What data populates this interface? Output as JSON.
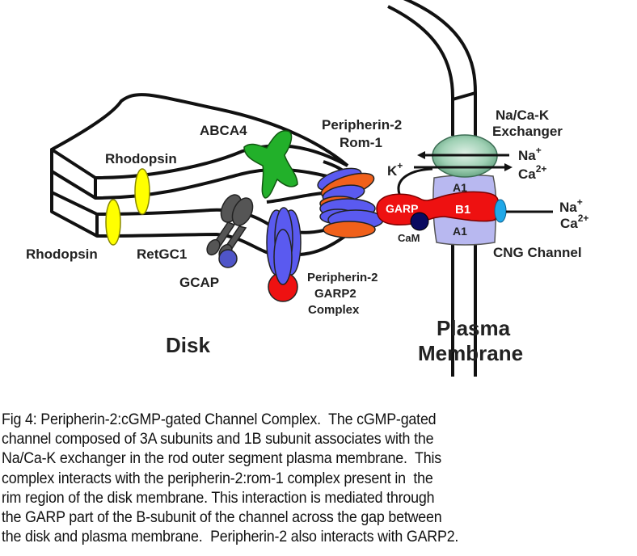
{
  "figure": {
    "labels": {
      "rhodopsin_upper": "Rhodopsin",
      "rhodopsin_lower": "Rhodopsin",
      "abca4": "ABCA4",
      "retgc1": "RetGC1",
      "gcap": "GCAP",
      "periph_rom_line1": "Peripherin-2",
      "periph_rom_line2": "Rom-1",
      "periph_garp2_line1": "Peripherin-2",
      "periph_garp2_line2": "GARP2",
      "periph_garp2_line3": "Complex",
      "exchanger_line1": "Na/Ca-K",
      "exchanger_line2": "Exchanger",
      "na_exch": "Na",
      "na_exch_sup": "+",
      "ca_exch": "Ca",
      "ca_exch_sup": "2+",
      "k_ion": "K",
      "k_ion_sup": "+",
      "a1_top": "A1",
      "a1_bottom": "A1",
      "garp": "GARP",
      "b1": "B1",
      "cam": "CaM",
      "na_cng": "Na",
      "na_cng_sup": "+",
      "ca_cng": "Ca",
      "ca_cng_sup": "2+",
      "cng_channel": "CNG Channel",
      "disk": "Disk",
      "plasma_line1": "Plasma",
      "plasma_line2": "Membrane"
    },
    "colors": {
      "rhodopsin": "#ffff00",
      "abca4": "#22b02a",
      "retgc1": "#555555",
      "gcap": "#4f55c8",
      "peripherin": "#5a5af0",
      "rom1": "#f0601a",
      "garp2": "#ee1111",
      "exchanger": "#8fc8a8",
      "cng_a1": "#b8b8f0",
      "garp_b1": "#ee1111",
      "cam": "#0a0a60",
      "pore": "#20a8e8"
    }
  },
  "caption": {
    "lines": [
      "Fig 4: Peripherin-2:cGMP-gated Channel Complex.  The cGMP-gated",
      "channel composed of 3A subunits and 1B subunit associates with the",
      "Na/Ca-K exchanger in the rod outer segment plasma membrane.  This",
      "complex interacts with the peripherin-2:rom-1 complex present in  the",
      "rim region of the disk membrane. This interaction is mediated through",
      "the GARP part of the B-subunit of the channel across the gap between",
      "the disk and plasma membrane.  Peripherin-2 also interacts with GARP2."
    ]
  }
}
